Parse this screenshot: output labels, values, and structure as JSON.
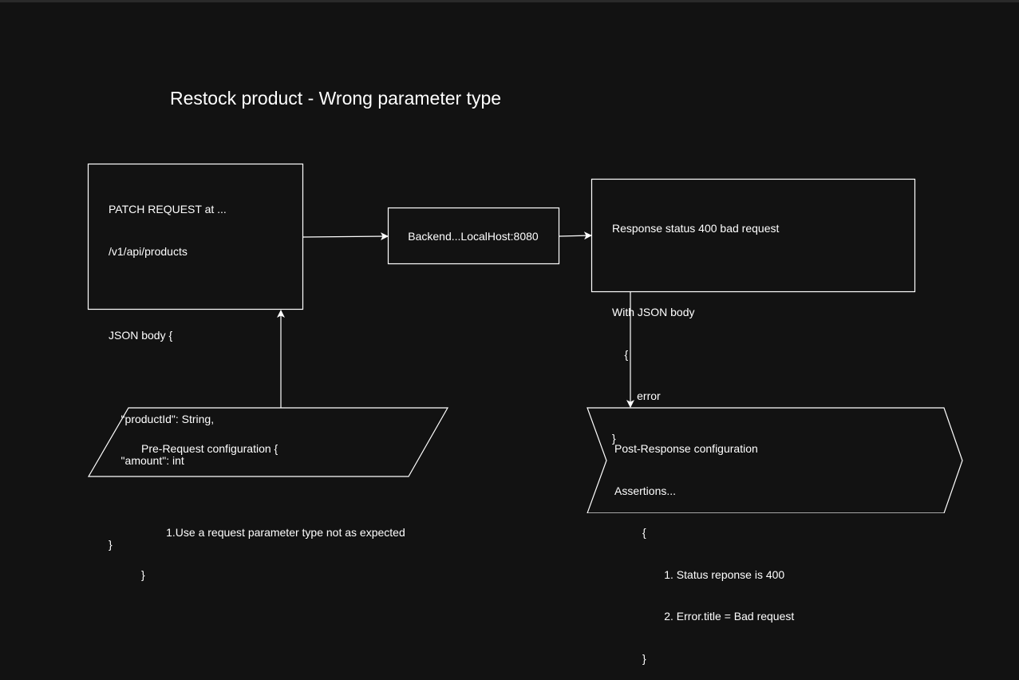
{
  "diagram": {
    "title": "Restock product - Wrong parameter type",
    "request_box": {
      "lines": [
        "PATCH REQUEST at ...",
        "/v1/api/products",
        "",
        "JSON body {",
        "",
        "    \"productId\": String,",
        "    \"amount\": int",
        "",
        "}"
      ]
    },
    "backend_box": {
      "label": "Backend...LocalHost:8080"
    },
    "response_box": {
      "lines": [
        "Response status 400 bad request",
        "",
        "With JSON body",
        "    {",
        "        error",
        "}"
      ]
    },
    "pre_request": {
      "lines": [
        "Pre-Request configuration {",
        "",
        "        1.Use a request parameter type not as expected",
        "}"
      ]
    },
    "post_response": {
      "lines": [
        "Post-Response configuration",
        "Assertions...",
        "         {",
        "                1. Status reponse is 400",
        "                2. Error.title = Bad request",
        "         }"
      ]
    },
    "colors": {
      "background": "#121212",
      "stroke": "#ffffff",
      "text": "#ffffff"
    }
  }
}
